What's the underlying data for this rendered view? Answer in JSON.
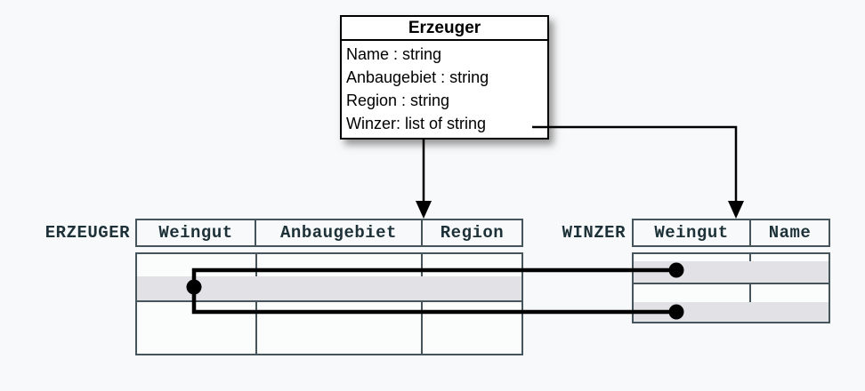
{
  "colors": {
    "background": "#f8f9fa",
    "table_border": "#46555b",
    "header_text": "#1d3138",
    "row_highlight": "#e1e1e6",
    "class_box_border": "#000000",
    "connector": "#000000"
  },
  "class_box": {
    "title": "Erzeuger",
    "attributes": [
      "Name : string",
      "Anbaugebiet : string",
      "Region : string",
      "Winzer: list of string"
    ]
  },
  "tables": {
    "erzeuger": {
      "label": "ERZEUGER",
      "columns": [
        "Weingut",
        "Anbaugebiet",
        "Region"
      ]
    },
    "winzer": {
      "label": "WINZER",
      "columns": [
        "Weingut",
        "Name"
      ]
    }
  }
}
